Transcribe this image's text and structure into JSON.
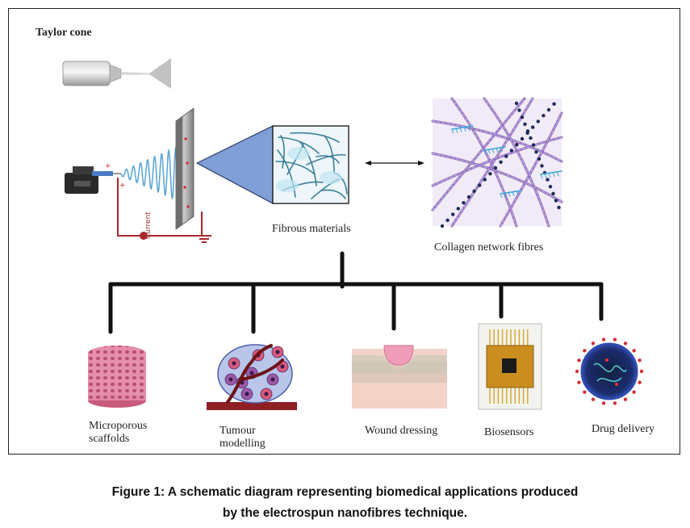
{
  "labels": {
    "taylor_cone": "Taylor cone",
    "current": "Current",
    "fibrous_materials": "Fibrous materials",
    "collagen_network": "Collagen network fibres"
  },
  "applications": [
    {
      "line1": "Microporous",
      "line2": "scaffolds"
    },
    {
      "line1": "Tumour",
      "line2": "modelling"
    },
    {
      "line1": "Wound dressing",
      "line2": ""
    },
    {
      "line1": "Biosensors",
      "line2": ""
    },
    {
      "line1": "Drug delivery",
      "line2": ""
    }
  ],
  "caption": {
    "line1": "Figure 1: A schematic diagram representing biomedical applications produced",
    "line2": "by the electrospun nanofibres technique."
  },
  "colors": {
    "circuit_red": "#a8282c",
    "fiber_blue": "#5fa6d6",
    "cone_blue": "#7f9fd6",
    "collagen_purple": "#8a6ab8",
    "tree_black": "#111111",
    "scaffold_pink": "#d16a8a",
    "wound_pink": "#e8a3b4",
    "chip_gold": "#d6a62a",
    "nano_navy": "#1c2c6b"
  }
}
